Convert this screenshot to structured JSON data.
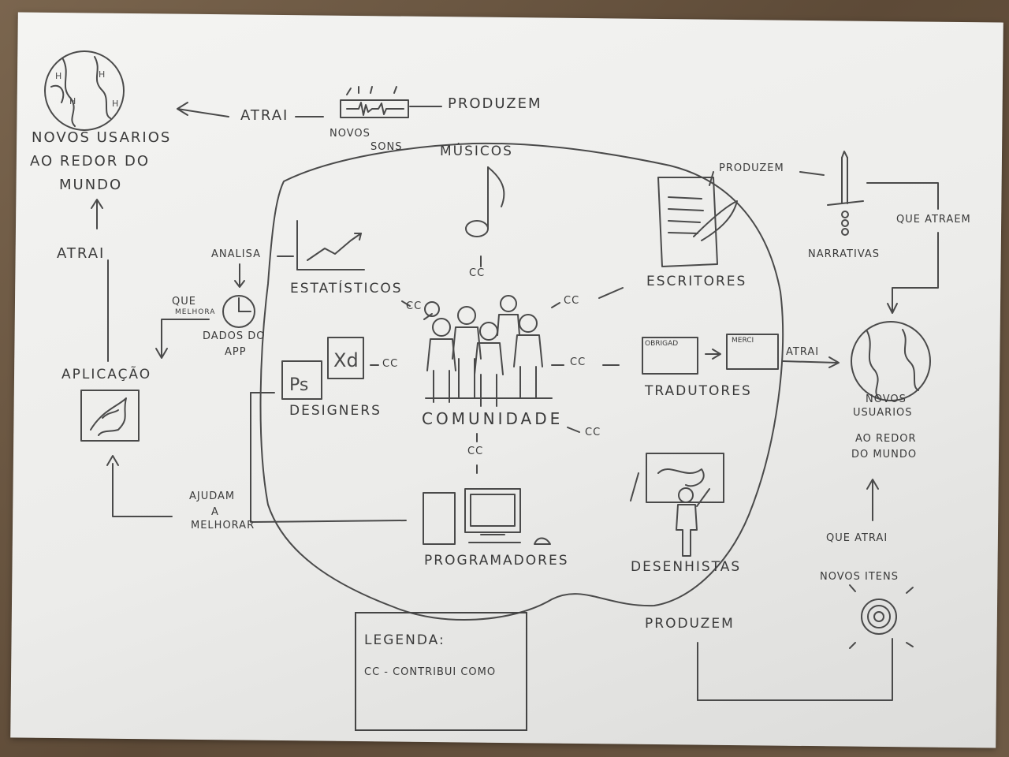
{
  "labels": {
    "novos_usuarios_left": "NOVOS USARIOS",
    "ao_redor_left": "AO REDOR DO",
    "mundo_left": "MUNDO",
    "atrai_top": "ATRAI",
    "novos_sons_1": "NOVOS",
    "novos_sons_2": "SONS",
    "produzem_top": "PRODUZEM",
    "musicos": "MÚSICOS",
    "produzem_writers": "PRODUZEM",
    "que_atraem": "QUE ATRAEM",
    "narrativas": "NARRATIVAS",
    "analisa": "ANALISA",
    "estatisticos": "ESTATÍSTICOS",
    "que_melhora_1": "QUE",
    "que_melhora_2": "MELHORA",
    "atrai_left": "ATRAI",
    "dados_app_1": "DADOS DO",
    "dados_app_2": "APP",
    "aplicacao": "APLICAÇÃO",
    "designers": "DESIGNERS",
    "escritores": "ESCRITORES",
    "tradutores": "TRADUTORES",
    "obrigado": "OBRIGAD",
    "merci": "MERCI",
    "atrai_right": "ATRAI",
    "novos_usuarios_right_1": "NOVOS",
    "novos_usuarios_right_2": "USUARIOS",
    "ao_redor_right": "AO REDOR",
    "do_mundo_right": "DO MUNDO",
    "comunidade": "COMUNIDADE",
    "ajudam_1": "AJUDAM",
    "ajudam_2": "A",
    "ajudam_3": "MELHORAR",
    "programadores": "PROGRAMADORES",
    "desenhistas": "DESENHISTAS",
    "produzem_bottom": "PRODUZEM",
    "que_atrai": "QUE ATRAI",
    "novos_itens": "NOVOS ITENS",
    "legenda_title": "LEGENDA:",
    "legenda_text": "CC - CONTRIBUI COMO",
    "cc": "CC",
    "ps": "Ps",
    "xd": "Xd"
  },
  "colors": {
    "ink": "#4a4a4a",
    "paper": "#eeeeec",
    "table": "#6b5844"
  }
}
